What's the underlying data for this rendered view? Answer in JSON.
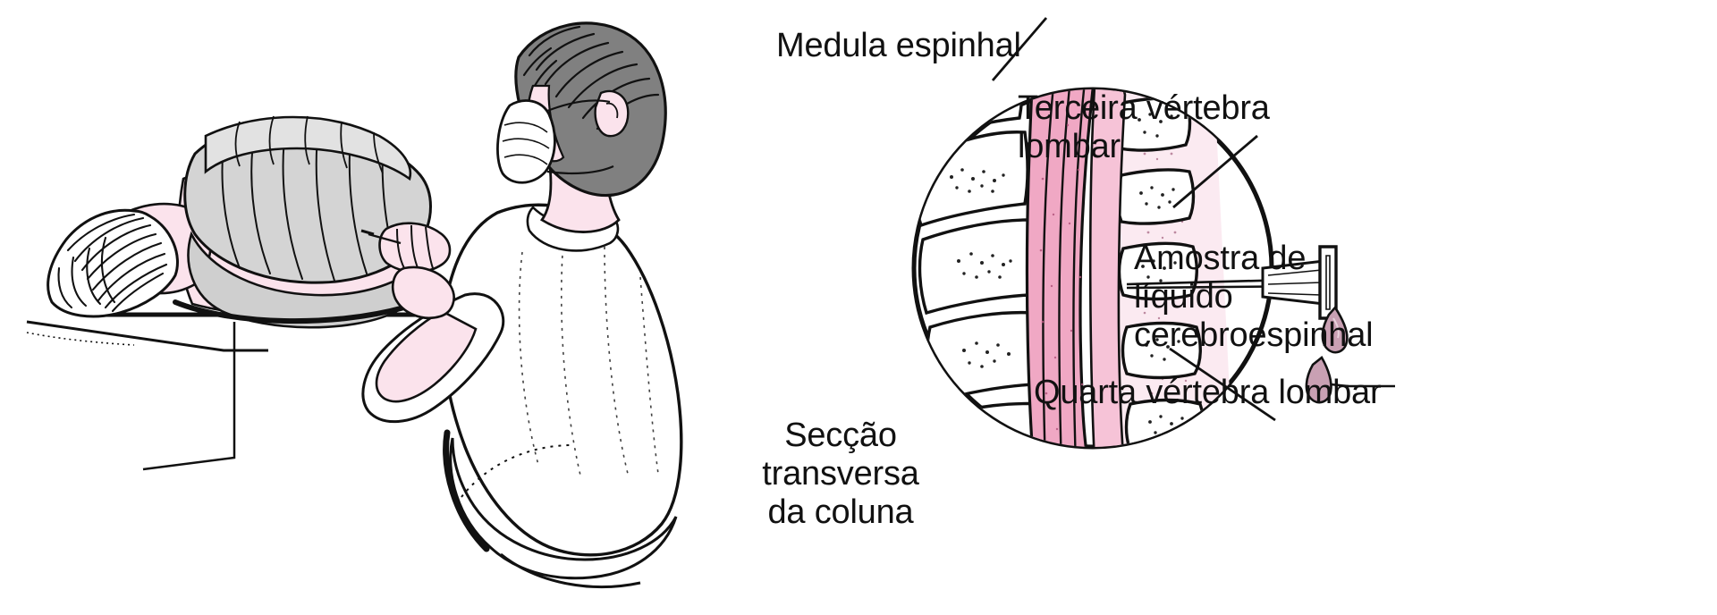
{
  "figure": {
    "title": "Punção lombar — ilustração médica",
    "language": "pt"
  },
  "colors": {
    "ink": "#111111",
    "outline": "#000000",
    "skin_pink": "#fbe3ec",
    "drape_gray": "#d4d4d4",
    "hair_gray": "#808080",
    "cord_pink": "#f0a8c4",
    "tissue_pink": "#f9d9e6",
    "pale_pink": "#fbeaf1",
    "fluid_drop": "#c9a0b3",
    "paper_white": "#ffffff"
  },
  "panels": {
    "procedure": {
      "name": "lumbar-puncture-procedure",
      "description": "Paciente deitado de lado numa marquesa, coberto por um lençol, e um profissional de saúde com máscara a realizar a punção lombar nas costas."
    },
    "cross_section": {
      "name": "spine-cross-section",
      "caption_line1": "Secção transversa",
      "caption_line2": "da coluna"
    }
  },
  "labels": [
    {
      "id": "spinal-cord",
      "text": "Medula espinhal",
      "align": "left"
    },
    {
      "id": "third-lumbar-vertebra",
      "text": "Terceira vértebra\nlombar",
      "align": "left"
    },
    {
      "id": "csf-sample",
      "text": "Amostra de\nlíquido\ncerebroespinhal",
      "align": "left"
    },
    {
      "id": "fourth-lumbar-vertebra",
      "text": "Quarta vértebra lombar",
      "align": "left"
    },
    {
      "id": "cross-section-caption",
      "text": "Secção transversa\nda coluna",
      "align": "center"
    }
  ],
  "anatomy": {
    "vertebrae_count_left": 5,
    "vertebrae_count_right": 5,
    "needle": "agulha de punção lombar inserida entre a terceira e a quarta vértebras lombares",
    "drop": "gota de líquido cerebroespinhal"
  }
}
